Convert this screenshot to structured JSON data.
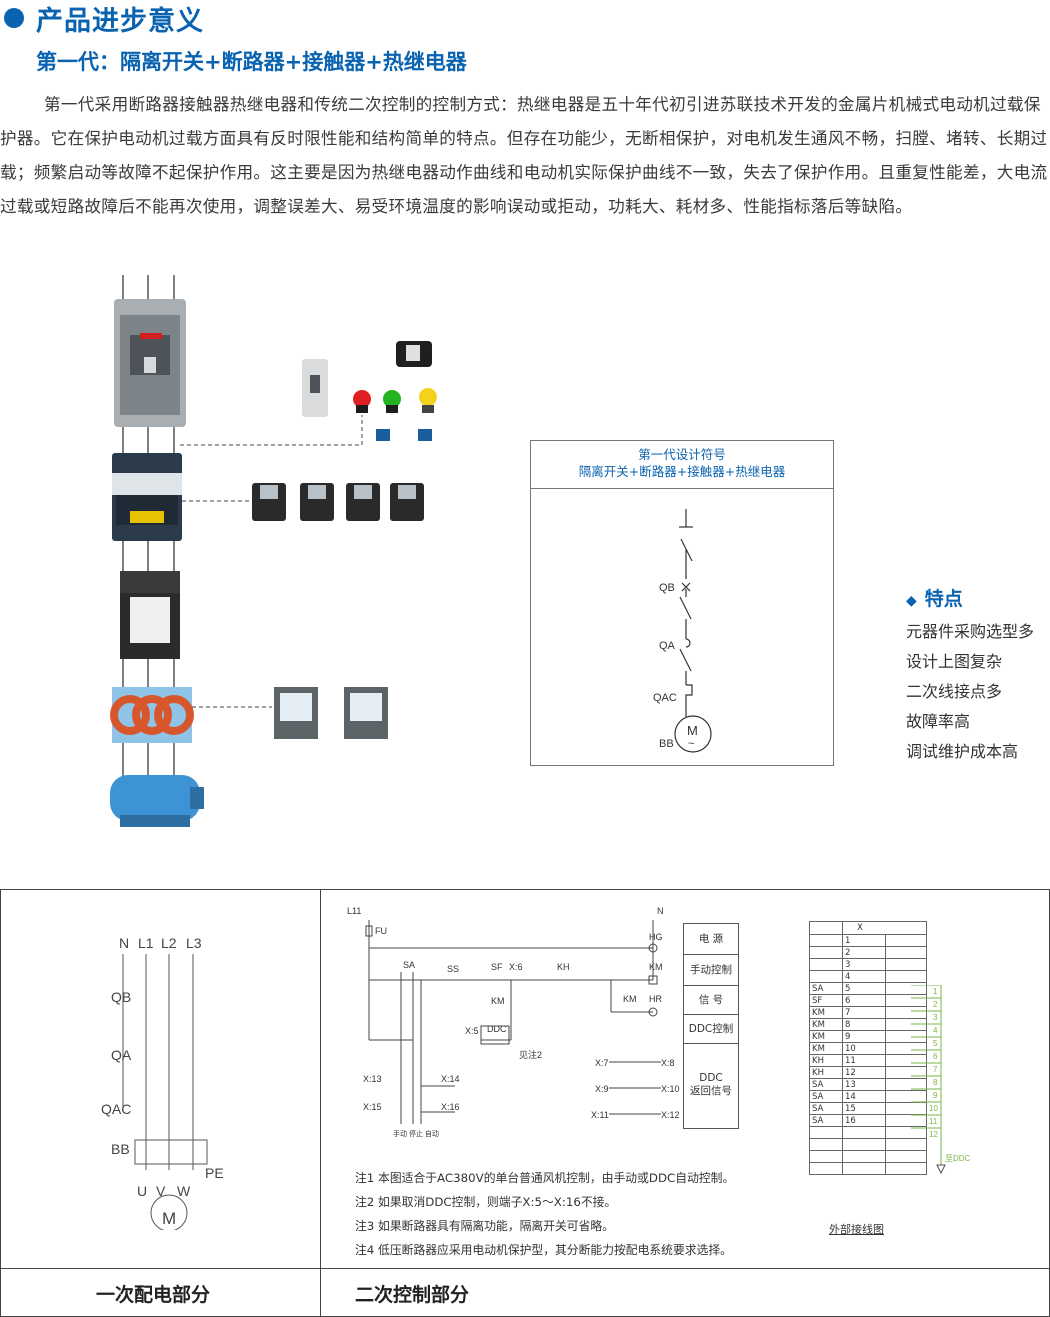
{
  "header": {
    "title": "产品进步意义",
    "subtitle": "第一代：隔离开关+断路器+接触器+热继电器"
  },
  "intro": "第一代采用断路器接触器热继电器和传统二次控制的控制方式：热继电器是五十年代初引进苏联技术开发的金属片机械式电动机过载保护器。它在保护电动机过载方面具有反时限性能和结构简单的特点。但存在功能少，无断相保护，对电机发生通风不畅，扫膛、堵转、长期过载；频繁启动等故障不起保护作用。这主要是因为热继电器动作曲线和电动机实际保护曲线不一致，失去了保护作用。且重复性能差，大电流过载或短路故障后不能再次使用，调整误差大、易受环境温度的影响误动或拒动，功耗大、耗材多、性能指标落后等缺陷。",
  "symbol_box": {
    "line1": "第一代设计符号",
    "line2": "隔离开关+断路器+接触器+热继电器",
    "labels": {
      "qb": "QB",
      "qa": "QA",
      "qac": "QAC",
      "bb": "BB",
      "motor": "M",
      "tilde": "~"
    }
  },
  "features": {
    "title": "特点",
    "items": [
      "元器件采购选型多",
      "设计上图复杂",
      "二次线接点多",
      "故障率高",
      "调试维护成本高"
    ]
  },
  "primary": {
    "phases": [
      "N",
      "L1",
      "L2",
      "L3"
    ],
    "qb": "QB",
    "qa": "QA",
    "qac": "QAC",
    "bb": "BB",
    "u": "U",
    "v": "V",
    "w": "W",
    "pe": "PE",
    "m": "M",
    "footer": "一次配电部分"
  },
  "secondary": {
    "l11": "L11",
    "fu": "FU",
    "n": "N",
    "hg": "HG",
    "sa": "SA",
    "ss": "SS",
    "sf": "SF",
    "x6": "X:6",
    "kh": "KH",
    "km": "KM",
    "hr": "HR",
    "x5": "X:5",
    "ddc": "DDC",
    "note2": "见注2",
    "x13": "X:13",
    "x14": "X:14",
    "x15": "X:15",
    "x16": "X:16",
    "x7": "X:7",
    "x8": "X:8",
    "x9": "X:9",
    "x10": "X:10",
    "x11": "X:11",
    "x12": "X:12",
    "bottom_labels": "手动 停止 自动",
    "blocks": [
      "电 源",
      "手动控制",
      "信 号",
      "DDC控制",
      "DDC",
      "返回信号"
    ],
    "notes": [
      "注1 本图适合于AC380V的单台普通风机控制，由手动或DDC自动控制。",
      "注2 如果取消DDC控制，则端子X:5～X:16不接。",
      "注3 如果断路器具有隔离功能，隔离开关可省略。",
      "注4 低压断路器应采用电动机保护型，其分断能力按配电系统要求选择。"
    ],
    "footer": "二次控制部分"
  },
  "terminal": {
    "header": "X",
    "rows": [
      [
        "",
        "1"
      ],
      [
        "",
        "2"
      ],
      [
        "",
        "3"
      ],
      [
        "",
        "4"
      ],
      [
        "SA",
        "5"
      ],
      [
        "SF",
        "6"
      ],
      [
        "KM",
        "7"
      ],
      [
        "KM",
        "8"
      ],
      [
        "KM",
        "9"
      ],
      [
        "KM",
        "10"
      ],
      [
        "KH",
        "11"
      ],
      [
        "KH",
        "12"
      ],
      [
        "SA",
        "13"
      ],
      [
        "SA",
        "14"
      ],
      [
        "SA",
        "15"
      ],
      [
        "SA",
        "16"
      ]
    ],
    "green_labels": [
      "1",
      "2",
      "3",
      "4",
      "5",
      "6",
      "7",
      "8",
      "9",
      "10",
      "11",
      "12"
    ],
    "to_ddc": "至DDC",
    "caption": "外部接线图"
  },
  "colors": {
    "accent": "#0a63b0",
    "green": "#7ab648"
  }
}
